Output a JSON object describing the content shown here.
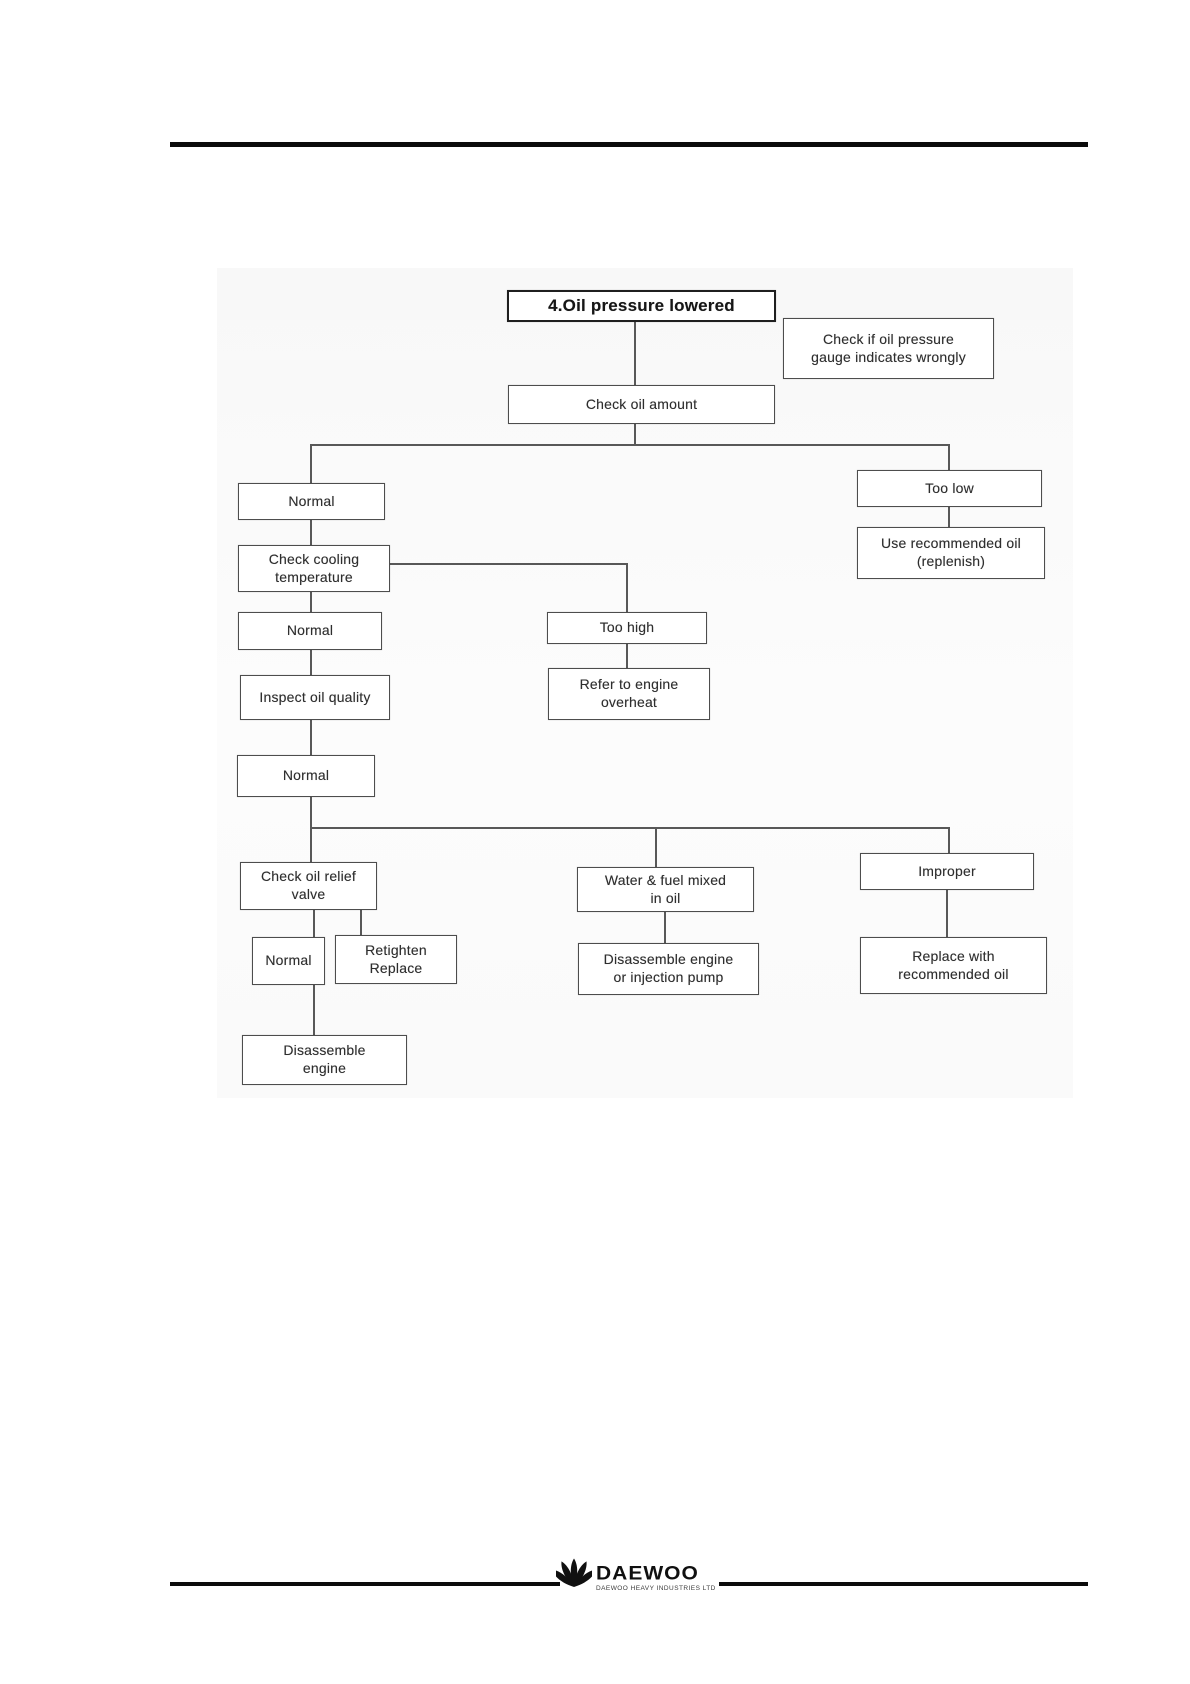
{
  "flowchart": {
    "title": "4.Oil pressure lowered",
    "nodes": [
      {
        "id": "oil-pressure-lowered",
        "label": "4.Oil pressure lowered"
      },
      {
        "id": "gauge-note",
        "label": "Check if oil pressure\ngauge indicates wrongly"
      },
      {
        "id": "check-oil-amount",
        "label": "Check oil amount"
      },
      {
        "id": "normal-1",
        "label": "Normal"
      },
      {
        "id": "too-low",
        "label": "Too low"
      },
      {
        "id": "use-recommended-oil",
        "label": "Use recommended oil\n(replenish)"
      },
      {
        "id": "check-cooling-temperature",
        "label": "Check cooling\ntemperature"
      },
      {
        "id": "normal-2",
        "label": "Normal"
      },
      {
        "id": "too-high",
        "label": "Too high"
      },
      {
        "id": "refer-engine-overheat",
        "label": "Refer to engine\noverheat"
      },
      {
        "id": "inspect-oil-quality",
        "label": "Inspect oil quality"
      },
      {
        "id": "normal-3",
        "label": "Normal"
      },
      {
        "id": "check-oil-relief-valve",
        "label": "Check oil relief\nvalve"
      },
      {
        "id": "water-fuel-mixed-in-oil",
        "label": "Water & fuel mixed\nin oil"
      },
      {
        "id": "improper",
        "label": "Improper"
      },
      {
        "id": "normal-4",
        "label": "Normal"
      },
      {
        "id": "retighten-replace",
        "label": "Retighten\nReplace"
      },
      {
        "id": "disassemble-engine-or-injection-pump",
        "label": "Disassemble engine\nor injection pump"
      },
      {
        "id": "replace-with-recommended-oil",
        "label": "Replace with\nrecommended oil"
      },
      {
        "id": "disassemble-engine",
        "label": "Disassemble\nengine"
      }
    ],
    "edges": [
      {
        "from": "oil-pressure-lowered",
        "to": "check-oil-amount"
      },
      {
        "from": "check-oil-amount",
        "to": "normal-1"
      },
      {
        "from": "check-oil-amount",
        "to": "too-low"
      },
      {
        "from": "too-low",
        "to": "use-recommended-oil"
      },
      {
        "from": "normal-1",
        "to": "check-cooling-temperature"
      },
      {
        "from": "check-cooling-temperature",
        "to": "normal-2"
      },
      {
        "from": "check-cooling-temperature",
        "to": "too-high"
      },
      {
        "from": "too-high",
        "to": "refer-engine-overheat"
      },
      {
        "from": "normal-2",
        "to": "inspect-oil-quality"
      },
      {
        "from": "inspect-oil-quality",
        "to": "normal-3"
      },
      {
        "from": "normal-3",
        "to": "check-oil-relief-valve"
      },
      {
        "from": "normal-3",
        "to": "water-fuel-mixed-in-oil"
      },
      {
        "from": "normal-3",
        "to": "improper"
      },
      {
        "from": "check-oil-relief-valve",
        "to": "normal-4"
      },
      {
        "from": "check-oil-relief-valve",
        "to": "retighten-replace"
      },
      {
        "from": "water-fuel-mixed-in-oil",
        "to": "disassemble-engine-or-injection-pump"
      },
      {
        "from": "improper",
        "to": "replace-with-recommended-oil"
      },
      {
        "from": "normal-4",
        "to": "disassemble-engine"
      }
    ],
    "colors": {
      "line": "#585858",
      "box_border": "#4d4d4d",
      "panel_bg": "#fafafa"
    }
  },
  "footer": {
    "brand": "DAEWOO",
    "company": "DAEWOO HEAVY INDUSTRIES LTD"
  }
}
